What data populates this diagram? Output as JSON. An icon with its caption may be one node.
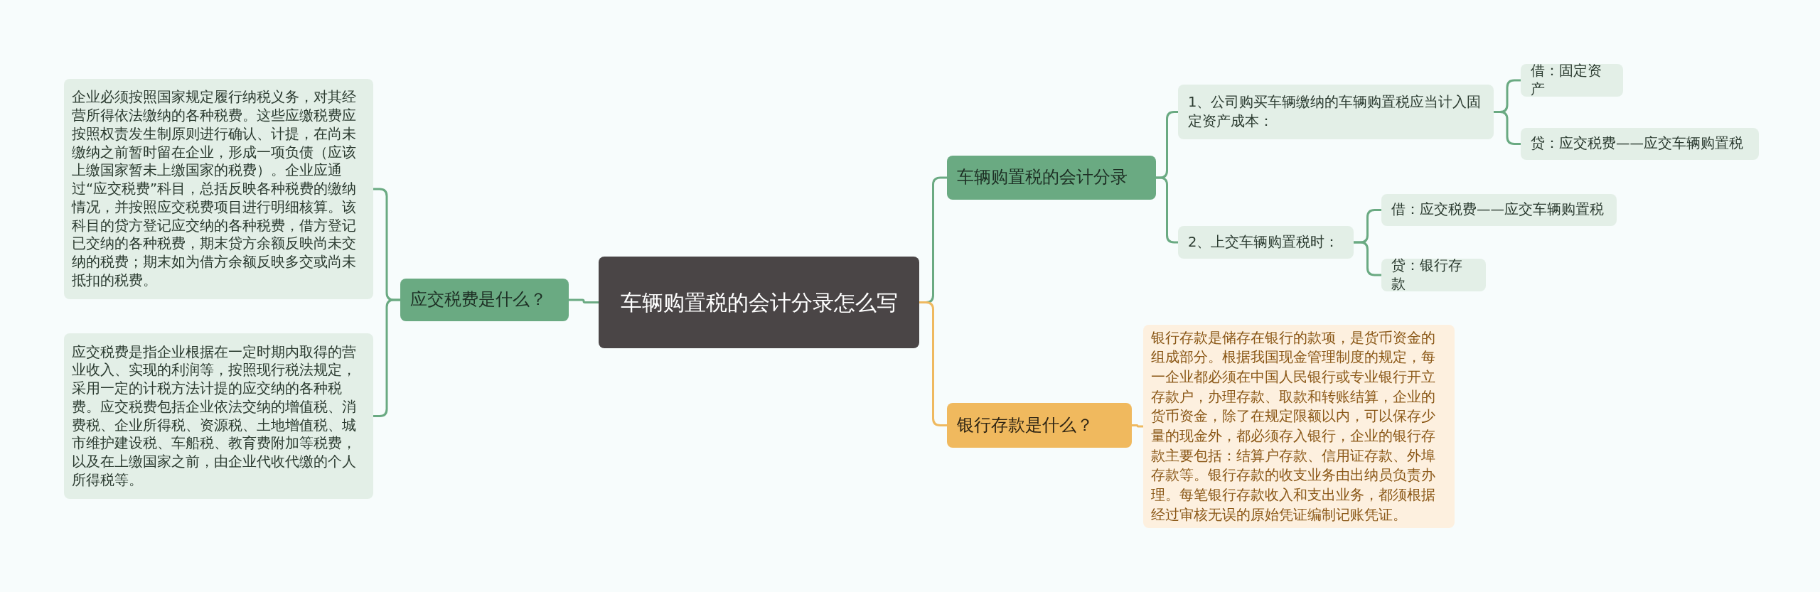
{
  "diagram": {
    "nodes": [
      {
        "text": [
          "车辆购置税的会计分录怎么写"
        ]
      },
      {
        "text": [
          "车辆购置税的会计分录"
        ]
      },
      {
        "text": [
          "1、公司购买车辆缴纳的车辆购置税应当计入固定资产成本："
        ]
      },
      {
        "text": [
          "借：固定资产"
        ]
      },
      {
        "text": [
          "贷：应交税费——应交车辆购置税"
        ]
      },
      {
        "text": [
          "2、上交车辆购置税时："
        ]
      },
      {
        "text": [
          "借：应交税费——应交车辆购置税"
        ]
      },
      {
        "text": [
          "贷：银行存款"
        ]
      },
      {
        "text": [
          "银行存款是什么？"
        ]
      },
      {
        "text": [
          "银行存款是储存在银行的款项，是货币资金的组成部分。根据我国现金管理制度的规定，每一企业都必须在中国人民银行或专业银行开立存款户，办理存款、取款和转账结算，企业的货币资金，除了在规定限额以内，可以保存少量的现金外，都必须存入银行，企业的银行存款主要包括：结算户存款、信用证存款、外埠存款等。银行存款的收支业务由出纳员负责办理。每笔银行存款收入和支出业务，都须根据经过审核无误的原始凭证编制记账凭证。"
        ]
      },
      {
        "text": [
          "应交税费是什么？"
        ]
      },
      {
        "text": [
          "企业必须按照国家规定履行纳税义务，对其经营所得依法缴纳的各种税费。这些应缴税费应按照权责发生制原则进行确认、计提，在尚未缴纳之前暂时留在企业，形成一项负债（应该上缴国家暂未上缴国家的税费）。企业应通过“应交税费”科目，总括反映各种税费的缴纳情况，并按照应交税费项目进行明细核算。该科目的贷方登记应交纳的各种税费，借方登记已交纳的各种税费，期末贷方余额反映尚未交纳的税费；期末如为借方余额反映多交或尚未抵扣的税费。"
        ]
      },
      {
        "text": [
          "应交税费是指企业根据在一定时期内取得的营业收入、实现的利润等，按照现行税法规定，采用一定的计税方法计提的应交纳的各种税费。应交税费包括企业依法交纳的增值税、消费税、企业所得税、资源税、土地增值税、城市维护建设税、车船税、教育费附加等税费，以及在上缴国家之前，由企业代收代缴的个人所得税等。"
        ]
      }
    ],
    "edges": [
      {
        "from": 0,
        "to": 1,
        "arrow": "none"
      },
      {
        "from": 1,
        "to": 2,
        "arrow": "none"
      },
      {
        "from": 2,
        "to": 3,
        "arrow": "none"
      },
      {
        "from": 2,
        "to": 4,
        "arrow": "none"
      },
      {
        "from": 1,
        "to": 5,
        "arrow": "none"
      },
      {
        "from": 5,
        "to": 6,
        "arrow": "none"
      },
      {
        "from": 5,
        "to": 7,
        "arrow": "none"
      },
      {
        "from": 0,
        "to": 8,
        "arrow": "none",
        "color": "#efb95f"
      },
      {
        "from": 8,
        "to": 9,
        "arrow": "none",
        "color": "#efb95f"
      },
      {
        "from": 0,
        "to": 10,
        "arrow": "none"
      },
      {
        "from": 10,
        "to": 11,
        "arrow": "none"
      },
      {
        "from": 10,
        "to": 12,
        "arrow": "none"
      }
    ]
  }
}
